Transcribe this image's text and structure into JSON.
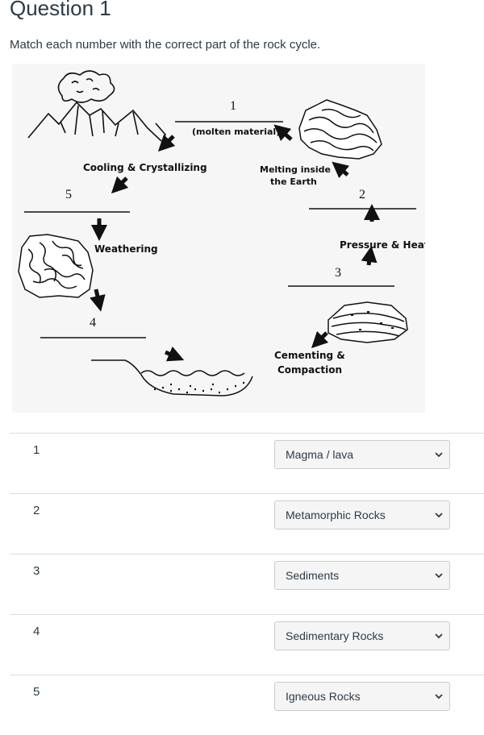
{
  "question": {
    "title": "Question 1",
    "prompt": "Match each number with the correct part of the rock cycle."
  },
  "diagram": {
    "blank_numbers": [
      "1",
      "2",
      "3",
      "4",
      "5"
    ],
    "labels": {
      "molten": "(molten material)",
      "cooling": "Cooling & Crystallizing",
      "melting_line1": "Melting inside",
      "melting_line2": "the Earth",
      "weathering": "Weathering",
      "pressure": "Pressure & Heat",
      "cementing_line1": "Cementing &",
      "compaction": "Compaction"
    }
  },
  "answers": [
    {
      "number": "1",
      "selected": "Magma / lava"
    },
    {
      "number": "2",
      "selected": "Metamorphic Rocks"
    },
    {
      "number": "3",
      "selected": "Sediments"
    },
    {
      "number": "4",
      "selected": "Sedimentary Rocks"
    },
    {
      "number": "5",
      "selected": "Igneous Rocks"
    }
  ],
  "icons": {
    "dropdown": "chevron-down-icon"
  },
  "colors": {
    "text": "#2d3b45",
    "select_bg": "#f5f5f5",
    "select_border": "#c7cdd1",
    "divider": "#dcdcdc"
  }
}
